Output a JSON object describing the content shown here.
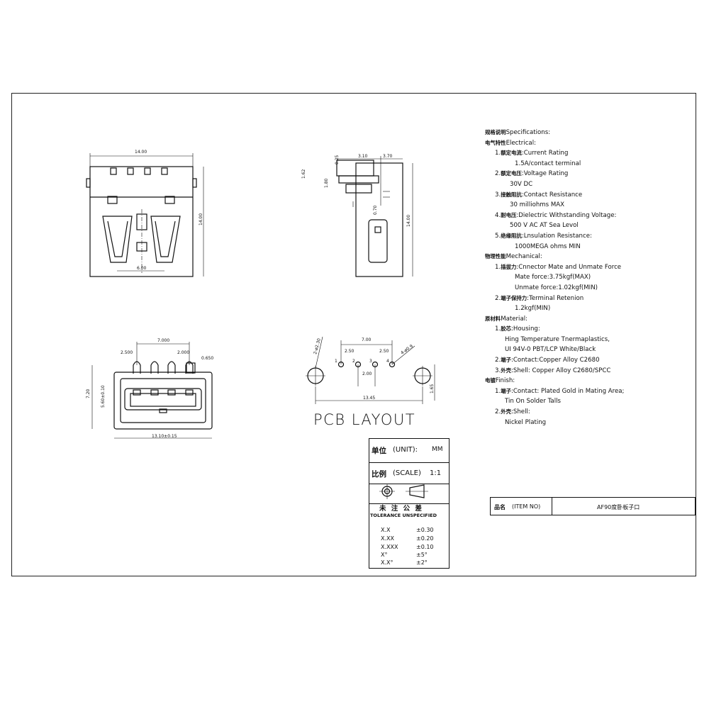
{
  "specs": {
    "title_cn": "规格说明",
    "title_en": "Specifications:",
    "electrical_cn": "电气特性",
    "electrical_en": "Electrical:",
    "current_num": "1.",
    "current_cn": "额定电流",
    "current_en": "Current Rating",
    "current_val": "1.5A/contact terminal",
    "voltage_num": "2.",
    "voltage_cn": "额定电压",
    "voltage_en": "Voltage Rating",
    "voltage_val": "30V DC",
    "contact_num": "3.",
    "contact_cn": "接触阻抗",
    "contact_en": "Contact Resistance",
    "contact_val": "30 milliohms MAX",
    "dielectric_num": "4.",
    "dielectric_cn": "耐电压",
    "dielectric_en": "Dielectric Withstanding Voltage:",
    "dielectric_val": "500 V AC AT Sea Levol",
    "insulation_num": "5.",
    "insulation_cn": "绝缘阻抗",
    "insulation_en": "Lnsulation Resistance:",
    "insulation_val": "1000MEGA ohms MIN",
    "mechanical_cn": "物理性能",
    "mechanical_en": "Mechanical:",
    "insert_num": "1.",
    "insert_cn": "插拔力",
    "insert_en": "Cnnector Mate and Unmate Force",
    "mate_val": "Mate force:3.75kgf(MAX)",
    "unmate_val": "Unmate force:1.02kgf(MIN)",
    "retention_num": "2.",
    "retention_cn": "端子保持力",
    "retention_en": "Terminal Retenion",
    "retention_val": "1.2kgf(MIN)",
    "material_cn": "原材料",
    "material_en": "Material:",
    "housing_num": "1.",
    "housing_cn": "胶芯",
    "housing_en": "Housing:",
    "housing_val1": "Hing Temperature  Tnermaplastics,",
    "housing_val2": "UI 94V-0  PBT/LCP White/Black",
    "contactm_num": "2.",
    "contactm_cn": "端子",
    "contactm_en": "Contact:Copper Alloy C2680",
    "shell_num": "3.",
    "shell_cn": "外壳",
    "shell_en": "Shell:  Copper Alloy C2680/SPCC",
    "finish_cn": "电镀",
    "finish_en": "Finish:",
    "fcontact_num": "1.",
    "fcontact_cn": "端子",
    "fcontact_en": "Contact:  Plated Gold in Mating Area;",
    "fcontact_val": "Tin On Solder Talls",
    "fshell_num": "2.",
    "fshell_cn": "外壳",
    "fshell_en": "Shell:",
    "fshell_val": "Nickel Plating"
  },
  "drawing": {
    "top_width": "14.00",
    "top_height": "14.00",
    "top_pitch": "6.00",
    "side_d1": "3.10",
    "side_d2": "3.70",
    "side_d3": "0.25",
    "side_d4": "1.62",
    "side_d5": "1.80",
    "side_d6": "0.70",
    "side_height": "14.00",
    "front_pitch": "7.000",
    "front_d1": "2.500",
    "front_d2": "2.000",
    "front_d3": "0.650",
    "front_height": "7.20",
    "front_inner": "5.60±0.10",
    "front_width": "13.10±0.15",
    "pcb_pitch": "7.00",
    "pcb_d1": "2.50",
    "pcb_d2": "2.50",
    "pcb_d3": "2.00",
    "pcb_width": "13.45",
    "pcb_d4": "1.65",
    "pcb_hole1": "2-ø2.30",
    "pcb_hole2": "4-ø0.9",
    "pin1": "1",
    "pin2": "2",
    "pin3": "3",
    "pin4": "4"
  },
  "pcb_layout_title": "PCB LAYOUT",
  "unit_box": {
    "unit_cn": "单位",
    "unit_en": "(UNIT):",
    "unit_val": "MM",
    "scale_cn": "比例",
    "scale_en": "(SCALE)",
    "scale_val": "1:1",
    "tol_title": "未 注 公 差",
    "tol_sub": "TOLERANCE UNSPECIFIED",
    "rows": [
      {
        "k": "X.X",
        "v": "±0.30"
      },
      {
        "k": "X.XX",
        "v": "±0.20"
      },
      {
        "k": "X.XXX",
        "v": "±0.10"
      },
      {
        "k": "X°",
        "v": "±5°"
      },
      {
        "k": "X.X°",
        "v": "±2°"
      }
    ]
  },
  "item_box": {
    "label_cn": "品名",
    "label_en": "(ITEM NO)",
    "value": "AF90度卧板子口"
  }
}
